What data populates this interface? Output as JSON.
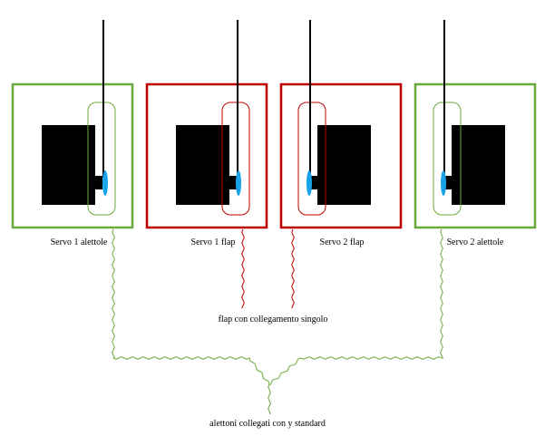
{
  "colors": {
    "aileron": "#6aaa3a",
    "flap": "#c00000",
    "horn": "#1aa3e8",
    "servo": "#000000"
  },
  "servos": [
    {
      "label": "Servo 1 alettole",
      "type": "aileron"
    },
    {
      "label": "Servo 1 flap",
      "type": "flap"
    },
    {
      "label": "Servo 2 flap",
      "type": "flap"
    },
    {
      "label": "Servo 2 alettole",
      "type": "aileron"
    }
  ],
  "notes": {
    "flap": "flap con collegamento singolo",
    "aileron": "alettoni collegati con y standard"
  }
}
